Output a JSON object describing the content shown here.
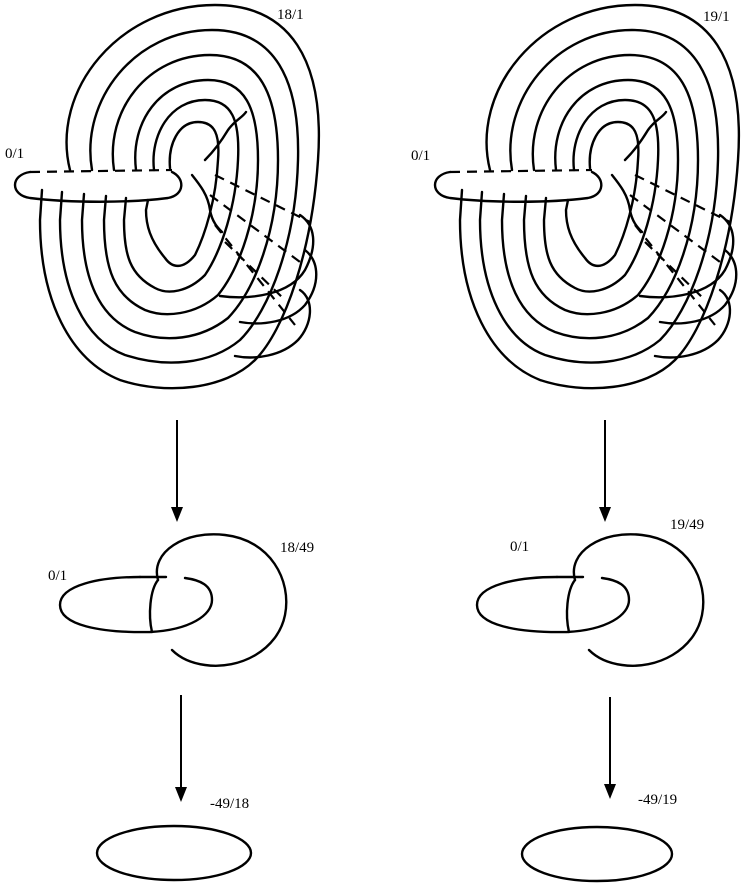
{
  "left_column": {
    "top_knot_label": "18/1",
    "top_unknot_label": "0/1",
    "middle_circle_label": "18/49",
    "middle_unknot_label": "0/1",
    "bottom_label": "-49/18"
  },
  "right_column": {
    "top_knot_label": "19/1",
    "top_unknot_label": "0/1",
    "middle_circle_label": "19/49",
    "middle_unknot_label": "0/1",
    "bottom_label": "-49/19"
  }
}
